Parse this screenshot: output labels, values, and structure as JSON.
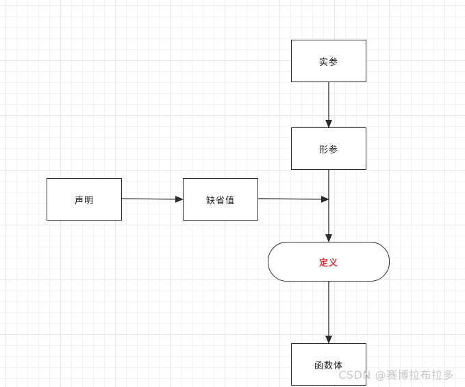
{
  "nodes": {
    "actual_params": "实参",
    "formal_params": "形参",
    "declaration": "声明",
    "default_value": "缺省值",
    "definition": "定义",
    "function_body": "函数体"
  },
  "colors": {
    "stroke": "#2b2b2b",
    "definition_text": "#e03131"
  },
  "watermark": "CSDN @赛博拉布拉多"
}
